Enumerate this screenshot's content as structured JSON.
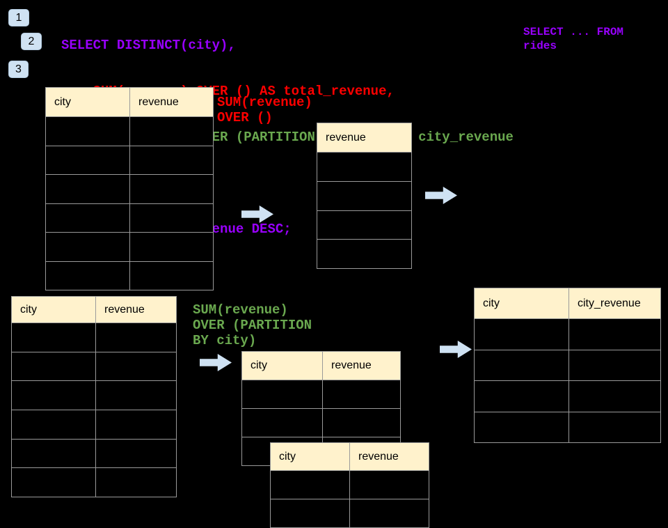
{
  "colors": {
    "background": "#000000",
    "sql_purple": "#9900ff",
    "sql_red": "#ff0000",
    "sql_green": "#6aa84f",
    "table_header_bg": "#fff2cc",
    "table_border": "#9a9a9a",
    "badge_bg": "#cfe2f3",
    "arrow_fill": "#cfe2f3"
  },
  "badges": [
    {
      "label": "1"
    },
    {
      "label": "2"
    },
    {
      "label": "3"
    }
  ],
  "sql": {
    "lines": [
      {
        "text": "SELECT DISTINCT(city),",
        "color": "purple"
      },
      {
        "text": "    SUM(revenue) OVER () AS total_revenue,",
        "color": "red"
      },
      {
        "text": "    SUM(revenue) OVER (PARTITION BY city) as city_revenue",
        "color": "green"
      },
      {
        "text": "  FROM rides",
        "color": "purple"
      },
      {
        "text": "  ORDER by city_revenue DESC;",
        "color": "purple"
      }
    ]
  },
  "annotations": {
    "source_note": "SELECT ... FROM\nrides",
    "window_total": "SUM(revenue)\nOVER ()",
    "window_partition": "SUM(revenue)\nOVER (PARTITION\nBY city)"
  },
  "tables": {
    "rides_source_top": {
      "columns": [
        "city",
        "revenue"
      ],
      "empty_rows": 6
    },
    "total_revenue": {
      "columns": [
        "revenue"
      ],
      "empty_rows": 4
    },
    "rides_source_bottom": {
      "columns": [
        "city",
        "revenue"
      ],
      "empty_rows": 6
    },
    "partition_group_front": {
      "columns": [
        "city",
        "revenue"
      ],
      "empty_rows": 3
    },
    "partition_group_back": {
      "columns": [
        "city",
        "revenue"
      ],
      "empty_rows": 2
    },
    "city_revenue_result": {
      "columns": [
        "city",
        "city_revenue"
      ],
      "empty_rows": 4
    }
  }
}
